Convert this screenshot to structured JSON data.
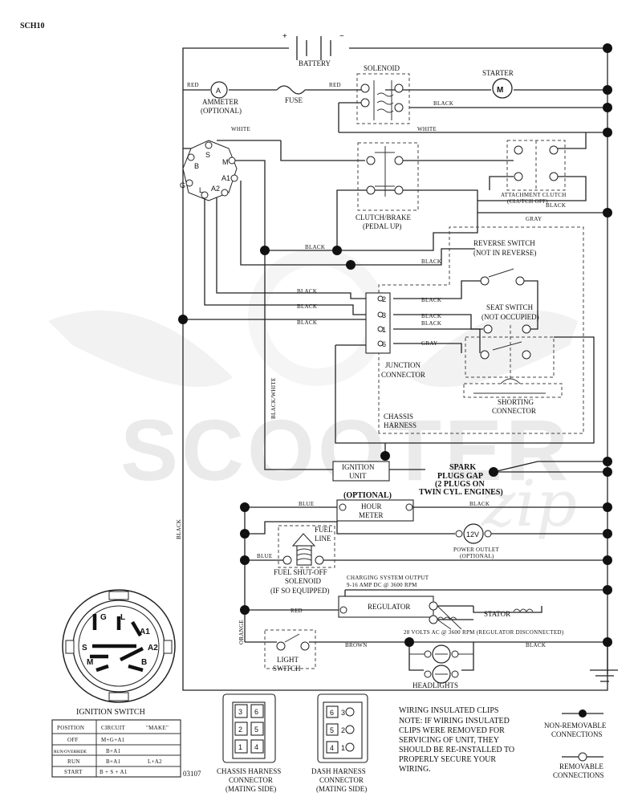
{
  "header": {
    "model": "SCH10",
    "diagram_number": "03107"
  },
  "watermark": {
    "text": "SCOOTER",
    "script": "zip"
  },
  "components": {
    "battery": "BATTERY",
    "battery_plus": "+",
    "battery_minus": "−",
    "solenoid": "SOLENOID",
    "starter": "STARTER",
    "starter_symbol": "M",
    "ammeter_symbol": "A",
    "ammeter": "AMMETER",
    "ammeter_optional": "(OPTIONAL)",
    "fuse": "FUSE",
    "clutch_brake": "CLUTCH/BRAKE",
    "clutch_brake_state": "(PEDAL UP)",
    "attachment_clutch": "ATTACHMENT CLUTCH",
    "attachment_clutch_state": "(CLUTCH OFF)",
    "reverse_switch": "REVERSE SWITCH",
    "reverse_switch_state": "(NOT IN REVERSE)",
    "seat_switch": "SEAT SWITCH",
    "seat_switch_state": "(NOT OCCUPIED)",
    "junction_1": "JUNCTION",
    "junction_2": "CONNECTOR",
    "shorting_1": "SHORTING",
    "shorting_2": "CONNECTOR",
    "chassis_harness_1": "CHASSIS",
    "chassis_harness_2": "HARNESS",
    "ignition_unit_1": "IGNITION",
    "ignition_unit_2": "UNIT",
    "spark_1": "SPARK",
    "spark_2": "PLUGS GAP",
    "spark_3": "(2 PLUGS ON",
    "spark_4": "TWIN CYL. ENGINES)",
    "optional": "(OPTIONAL)",
    "hour_meter_1": "HOUR",
    "hour_meter_2": "METER",
    "fuel_line_1": "FUEL",
    "fuel_line_2": "LINE",
    "power_outlet_symbol": "12V",
    "power_outlet": "POWER OUTLET",
    "power_outlet_optional": "(OPTIONAL)",
    "fuel_solenoid_1": "FUEL SHUT-OFF",
    "fuel_solenoid_2": "SOLENOID",
    "fuel_solenoid_3": "(IF SO EQUIPPED)",
    "charging_1": "CHARGING SYSTEM OUTPUT",
    "charging_2": "9-16 AMP DC @ 3600 RPM",
    "regulator": "REGULATOR",
    "stator": "STATOR",
    "stator_ac": "28 VOLTS AC @ 3600 RPM (REGULATOR DISCONNECTED)",
    "light_switch_1": "LIGHT",
    "light_switch_2": "SWITCH",
    "headlights": "HEADLIGHTS"
  },
  "wires": {
    "red": "RED",
    "black": "BLACK",
    "white": "WHITE",
    "gray": "GRAY",
    "blue": "BLUE",
    "orange": "ORANGE",
    "brown": "BROWN",
    "black_white": "BLACK/WHITE"
  },
  "ignition_terminals": [
    "S",
    "B",
    "M",
    "A1",
    "G",
    "L",
    "A2"
  ],
  "ignition_switch_big": [
    "G",
    "L",
    "A1",
    "S",
    "A2",
    "M",
    "B"
  ],
  "junction_pins": [
    "2",
    "3",
    "1",
    "6"
  ],
  "ignition_switch": {
    "title": "IGNITION SWITCH",
    "headers": [
      "POSITION",
      "CIRCUIT",
      "\"MAKE\""
    ],
    "rows": [
      [
        "OFF",
        "M+G+A1",
        ""
      ],
      [
        "RUN/OVERRIDE",
        "B+A1",
        ""
      ],
      [
        "RUN",
        "B+A1",
        "L+A2"
      ],
      [
        "START",
        "B + S + A1",
        ""
      ]
    ]
  },
  "connectors": {
    "chassis_pins": [
      "3",
      "6",
      "2",
      "5",
      "1",
      "4"
    ],
    "chassis_label": [
      "CHASSIS HARNESS",
      "CONNECTOR",
      "(MATING SIDE)"
    ],
    "dash_pins": [
      "6",
      "3",
      "5",
      "2",
      "4",
      "1"
    ],
    "dash_label": [
      "DASH HARNESS",
      "CONNECTOR",
      "(MATING SIDE)"
    ]
  },
  "notes": {
    "title": "WIRING INSULATED CLIPS",
    "lines": [
      "NOTE:  IF WIRING INSULATED",
      "CLIPS WERE REMOVED FOR",
      "SERVICING OF UNIT, THEY",
      "SHOULD BE RE-INSTALLED TO",
      "PROPERLY SECURE YOUR",
      "WIRING."
    ]
  },
  "legend": {
    "non_removable_1": "NON-REMOVABLE",
    "non_removable_2": "CONNECTIONS",
    "removable_1": "REMOVABLE",
    "removable_2": "CONNECTIONS"
  }
}
